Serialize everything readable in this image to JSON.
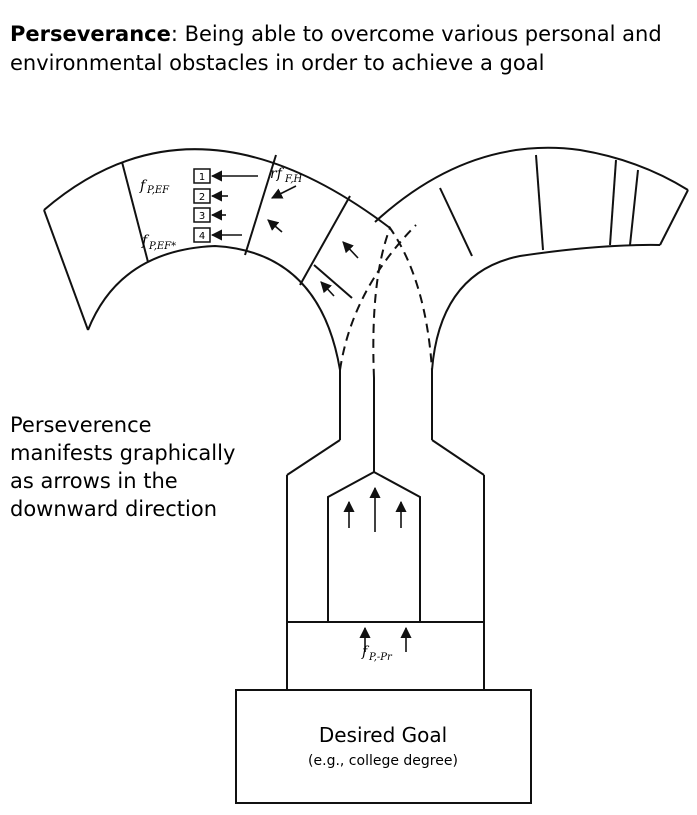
{
  "header": {
    "term": "Perseverance",
    "definition": ": Being able to overcome various personal and environmental obstacles in order to achieve a goal"
  },
  "side_note": {
    "text": "Perseverence manifests graphically as arrows in the downward direction"
  },
  "diagram": {
    "force_labels": {
      "f_pref": "f",
      "f_pref_sub": "P,EF",
      "f_pref_star": "f",
      "f_pref_star_sub": "P,EF*",
      "rf_fh": "rf",
      "rf_fh_sub": "F,H",
      "f_ppr": "f",
      "f_ppr_sub": "P,-Pr"
    },
    "numbered_boxes": [
      "1",
      "2",
      "3",
      "4"
    ],
    "goal_box": {
      "title": "Desired Goal",
      "subtitle": "(e.g., college degree)"
    }
  },
  "colors": {
    "ink": "#111111",
    "background": "#ffffff"
  }
}
